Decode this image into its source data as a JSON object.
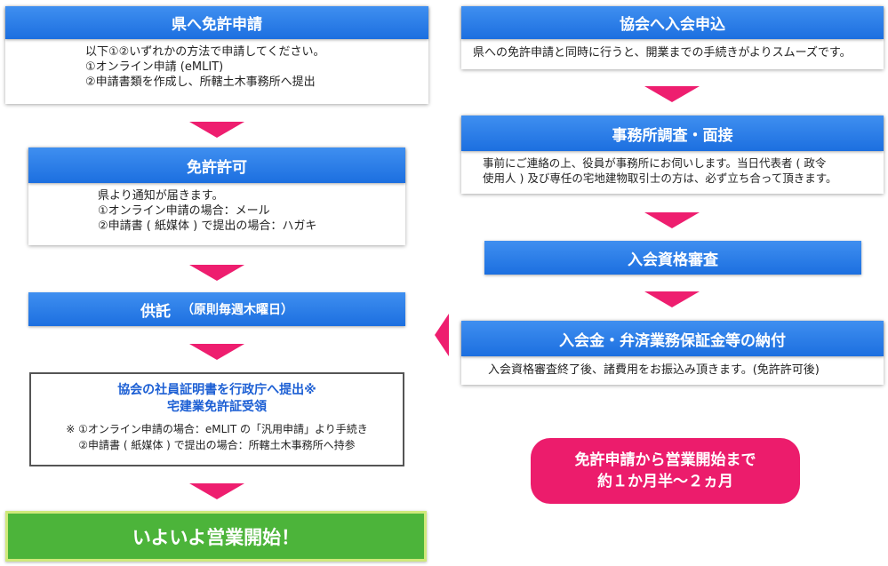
{
  "left": {
    "step1": {
      "title": "県へ免許申請",
      "lines": [
        "以下①②いずれかの方法で申請してください。",
        "①オンライン申請 (eMLIT)",
        "②申請書類を作成し、所轄土木事務所へ提出"
      ]
    },
    "step2": {
      "title": "免許許可",
      "lines": [
        "県より通知が届きます。",
        "①オンライン申請の場合：メール",
        "②申請書 ( 紙媒体 ) で提出の場合：ハガキ"
      ]
    },
    "step3": {
      "title": "供託",
      "note": "（原則毎週木曜日）"
    },
    "step4": {
      "title_line1": "協会の社員証明書を行政庁へ提出※",
      "title_line2": "宅建業免許証受領",
      "note_line1": "※ ①オンライン申請の場合：eMLIT の「汎用申請」より手続き",
      "note_line2": "②申請書 ( 紙媒体 ) で提出の場合：所轄土木事務所へ持参"
    },
    "final": "いよいよ営業開始！"
  },
  "right": {
    "step1": {
      "title": "協会へ入会申込",
      "text": "県への免許申請と同時に行うと、開業までの手続きがよりスムーズです。"
    },
    "step2": {
      "title": "事務所調査・面接",
      "lines": [
        "事前にご連絡の上、役員が事務所にお伺いします。当日代表者 ( 政令",
        "使用人 ) 及び専任の宅地建物取引士の方は、必ず立ち合って頂きます。"
      ]
    },
    "step3": {
      "title": "入会資格審査"
    },
    "step4": {
      "title": "入会金・弁済業務保証金等の納付",
      "text": "入会資格審査終了後、諸費用をお振込み頂きます。(免許許可後)"
    }
  },
  "duration": {
    "line1": "免許申請から営業開始まで",
    "line2": "約１か月半〜２ヵ月"
  },
  "colors": {
    "header_blue": "#1c6fe0",
    "arrow_pink": "#ee1e6f",
    "start_green": "#4cb43a",
    "pill_pink": "#ec1c6c"
  }
}
